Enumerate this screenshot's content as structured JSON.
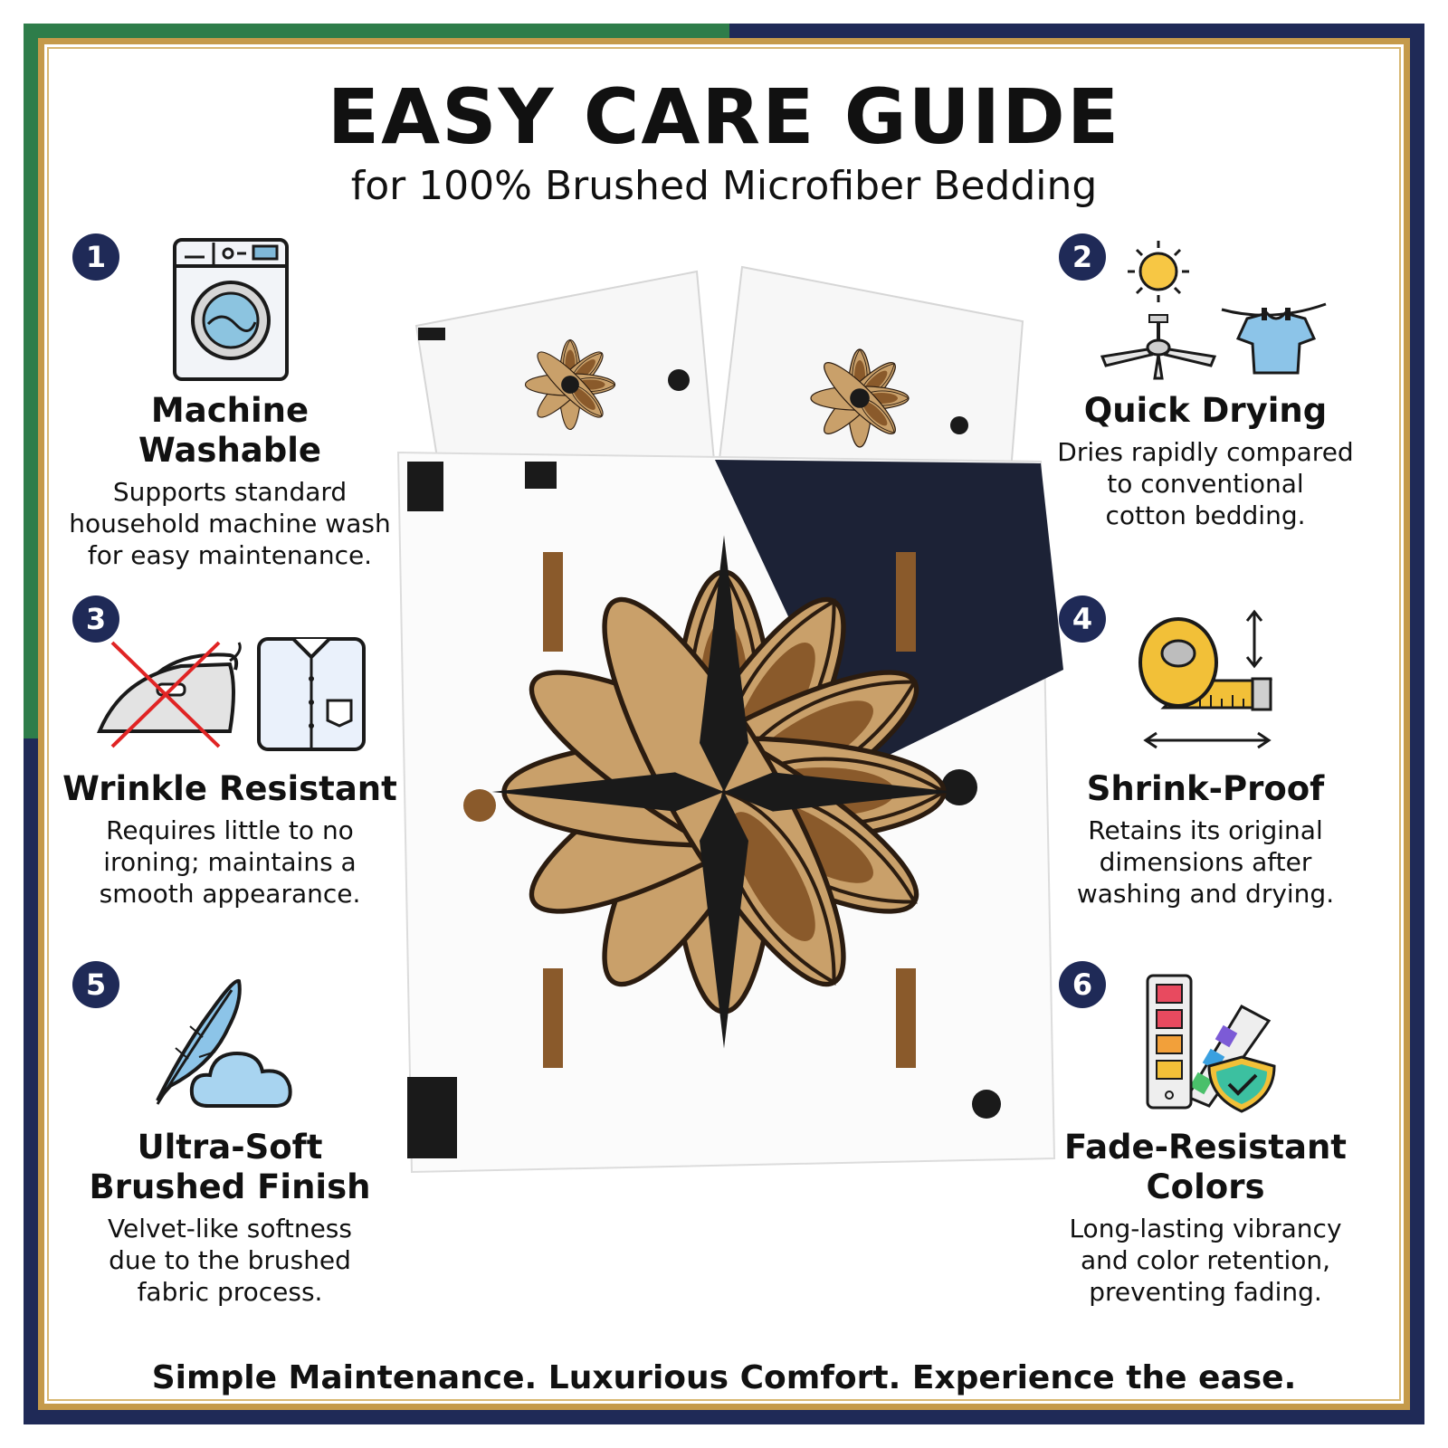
{
  "header": {
    "title": "EASY CARE GUIDE",
    "subtitle": "for 100% Brushed Microfiber Bedding"
  },
  "features": [
    {
      "number": "1",
      "name": "Machine Washable",
      "desc_lines": [
        "Supports standard",
        "household machine wash",
        "for easy maintenance."
      ],
      "icon": "washing-machine-icon"
    },
    {
      "number": "2",
      "name": "Quick Drying",
      "desc_lines": [
        "Dries rapidly compared",
        "to conventional",
        "cotton bedding."
      ],
      "icon": "sun-fan-shirt-icon"
    },
    {
      "number": "3",
      "name": "Wrinkle Resistant",
      "desc_lines": [
        "Requires little to no",
        "ironing; maintains a",
        "smooth appearance."
      ],
      "icon": "no-iron-shirt-icon"
    },
    {
      "number": "4",
      "name": "Shrink-Proof",
      "desc_lines": [
        "Retains its original",
        "dimensions after",
        "washing and drying."
      ],
      "icon": "measuring-tape-icon"
    },
    {
      "number": "5",
      "name_lines": [
        "Ultra-Soft",
        "Brushed Finish"
      ],
      "desc_lines": [
        "Velvet-like softness",
        "due to the brushed",
        "fabric process."
      ],
      "icon": "feather-cloud-icon"
    },
    {
      "number": "6",
      "name_lines": [
        "Fade-Resistant",
        "Colors"
      ],
      "desc_lines": [
        "Long-lasting vibrancy",
        "and color retention,",
        "preventing fading."
      ],
      "icon": "color-swatch-shield-icon"
    }
  ],
  "footer": {
    "tagline": "Simple Maintenance. Luxurious Comfort. Experience the ease."
  },
  "colors": {
    "navy": "#1f2a57",
    "gold": "#c59a4a",
    "green": "#2e7d4a",
    "tan": "#c9a06a",
    "brown": "#8a5a2b"
  }
}
